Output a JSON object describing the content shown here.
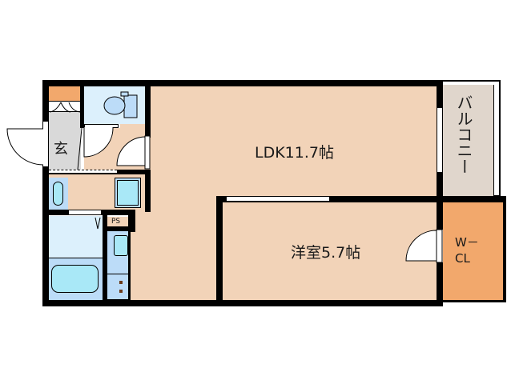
{
  "floorplan": {
    "rooms": {
      "ldk": {
        "label": "LDK11.7帖",
        "name": "LDK",
        "size_jo": 11.7
      },
      "western": {
        "label": "洋室5.7帖",
        "name": "洋室",
        "size_jo": 5.7
      },
      "balcony": {
        "label": "バルコニー"
      },
      "wcl": {
        "line1": "W－",
        "line2": "CL"
      },
      "genkan": {
        "label": "玄"
      },
      "ps": {
        "label": "PS"
      }
    },
    "colors": {
      "floor": "#f2d3b8",
      "closet": "#f2a86c",
      "wet_area": "#dcf0fc",
      "fixture": "#a9e8f7",
      "fixture_dark": "#bcdcf8",
      "genkan": "#d9d9d9",
      "balcony": "#e0d6cc",
      "wall": "#000000"
    }
  }
}
